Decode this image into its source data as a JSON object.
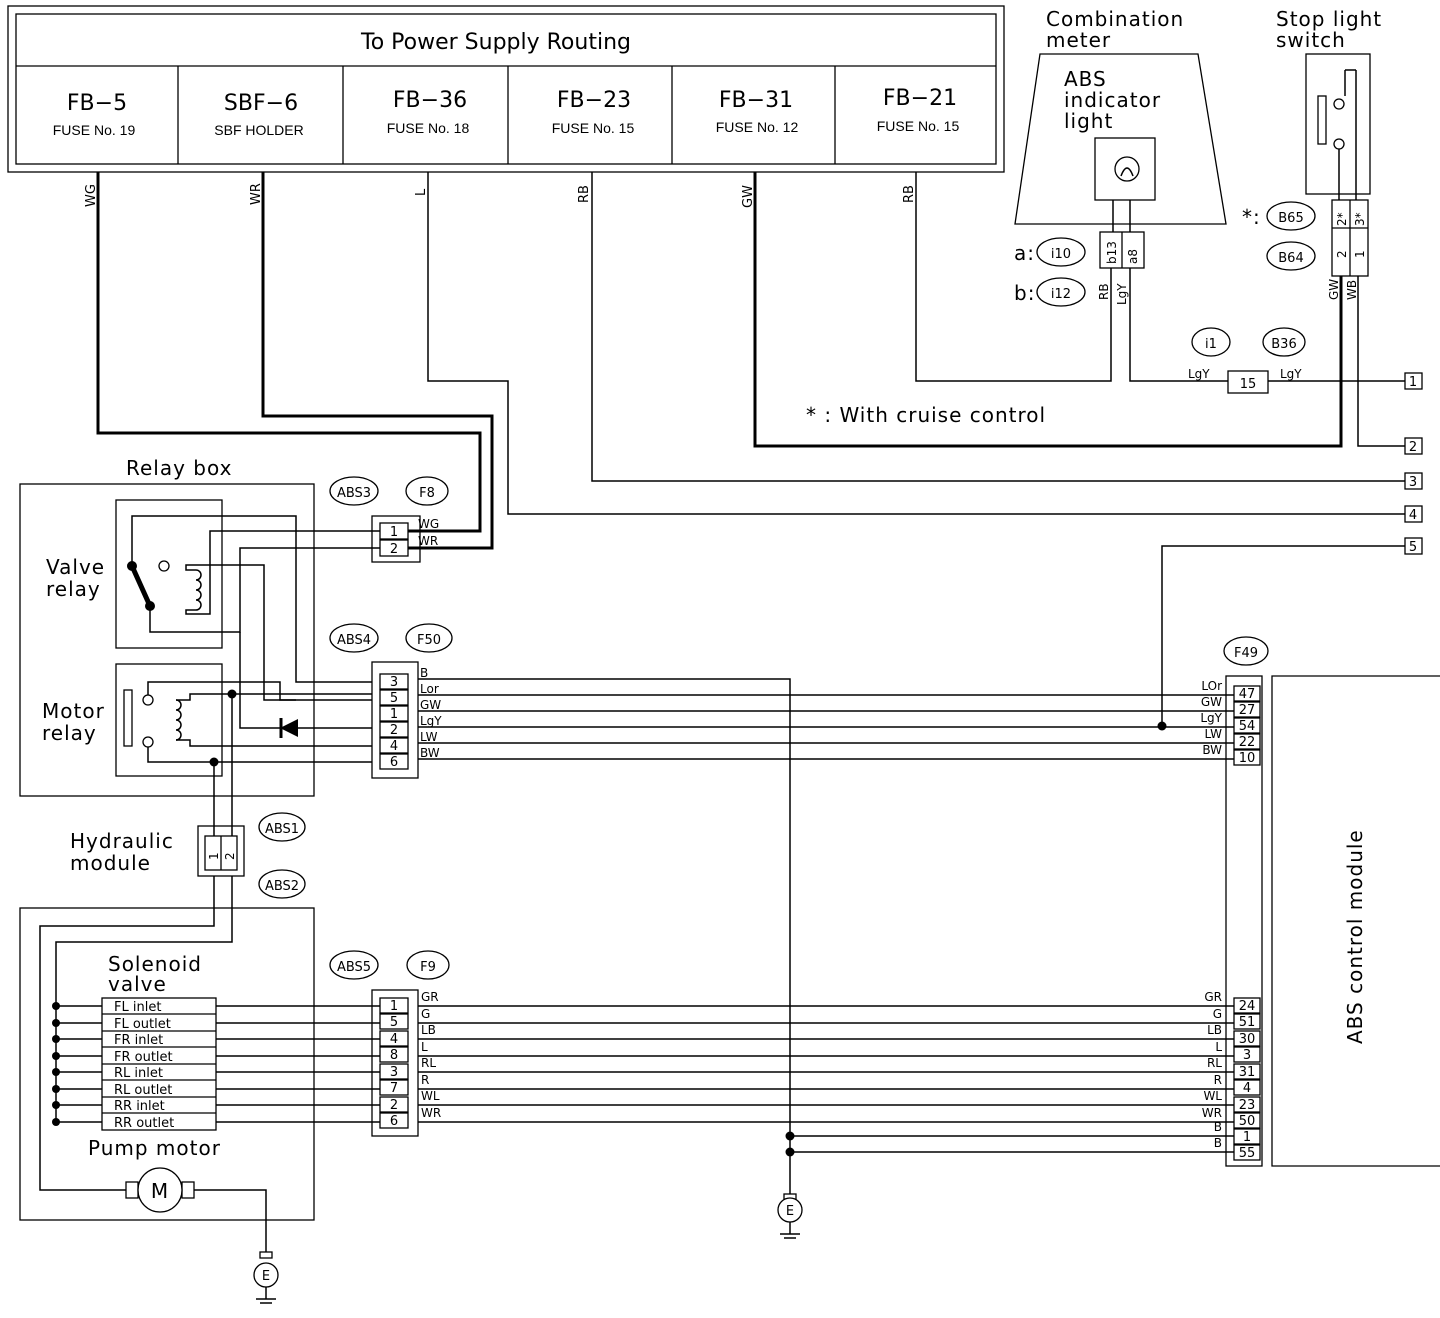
{
  "header": {
    "title": "To Power Supply Routing",
    "fuses": [
      {
        "code": "FB−5",
        "sub": "FUSE No. 19"
      },
      {
        "code": "SBF−6",
        "sub": "SBF HOLDER"
      },
      {
        "code": "FB−36",
        "sub": "FUSE No. 18"
      },
      {
        "code": "FB−23",
        "sub": "FUSE No. 15"
      },
      {
        "code": "FB−31",
        "sub": "FUSE No. 12"
      },
      {
        "code": "FB−21",
        "sub": "FUSE No. 15"
      }
    ],
    "wire_colors": [
      "WG",
      "WR",
      "L",
      "RB",
      "GW",
      "RB"
    ]
  },
  "combination_meter": {
    "title1": "Combination",
    "title2": "meter",
    "light1": "ABS",
    "light2": "indicator",
    "light3": "light",
    "conn_a_prefix": "a:",
    "conn_a": "i10",
    "conn_b_prefix": "b:",
    "conn_b": "i12",
    "pin1": "b13",
    "pin2": "a8",
    "wire1": "RB",
    "wire2": "LgY"
  },
  "stop_light": {
    "title1": "Stop light",
    "title2": "switch",
    "conn_star": "B65",
    "conn": "B64",
    "star_prefix": "*:",
    "pins_star": [
      "2*",
      "3*"
    ],
    "pins": [
      "2",
      "1"
    ],
    "wire1": "GW",
    "wire2": "WB"
  },
  "joint": {
    "conn1": "i1",
    "conn2": "B36",
    "pin": "15",
    "wire_left": "LgY",
    "wire_right": "LgY"
  },
  "note": "* : With cruise control",
  "terminals": [
    "1",
    "2",
    "3",
    "4",
    "5"
  ],
  "relay_box": {
    "title": "Relay box",
    "valve1": "Valve",
    "valve2": "relay",
    "motor1": "Motor",
    "motor2": "relay"
  },
  "conn_abs3": {
    "name": "ABS3",
    "mate": "F8",
    "pins": [
      "1",
      "2"
    ],
    "wires": [
      "WG",
      "WR"
    ]
  },
  "conn_abs4": {
    "name": "ABS4",
    "mate": "F50",
    "pins": [
      "3",
      "5",
      "1",
      "2",
      "4",
      "6"
    ],
    "wires": [
      "B",
      "Lor",
      "GW",
      "LgY",
      "LW",
      "BW"
    ]
  },
  "hydraulic": {
    "title1": "Hydraulic",
    "title2": "module",
    "conn1": "ABS1",
    "conn2": "ABS2",
    "pins": [
      "1",
      "2"
    ]
  },
  "solenoid": {
    "title1": "Solenoid",
    "title2": "valve",
    "valves": [
      "FL inlet",
      "FL outlet",
      "FR inlet",
      "FR outlet",
      "RL inlet",
      "RL outlet",
      "RR inlet",
      "RR outlet"
    ],
    "pump": "Pump motor",
    "motor_symbol": "M"
  },
  "conn_abs5": {
    "name": "ABS5",
    "mate": "F9",
    "pins": [
      "1",
      "5",
      "4",
      "8",
      "3",
      "7",
      "2",
      "6"
    ],
    "wires": [
      "GR",
      "G",
      "LB",
      "L",
      "RL",
      "R",
      "WL",
      "WR"
    ]
  },
  "abs_module": {
    "title": "ABS control module",
    "conn": "F49",
    "upper_pins": [
      "47",
      "27",
      "54",
      "22",
      "10"
    ],
    "upper_wires": [
      "LOr",
      "GW",
      "LgY",
      "LW",
      "BW"
    ],
    "lower_pins": [
      "24",
      "51",
      "30",
      "3",
      "31",
      "4",
      "23",
      "50",
      "1",
      "55"
    ],
    "lower_wires": [
      "GR",
      "G",
      "LB",
      "L",
      "RL",
      "R",
      "WL",
      "WR",
      "B",
      "B"
    ]
  },
  "ground_label": "E"
}
